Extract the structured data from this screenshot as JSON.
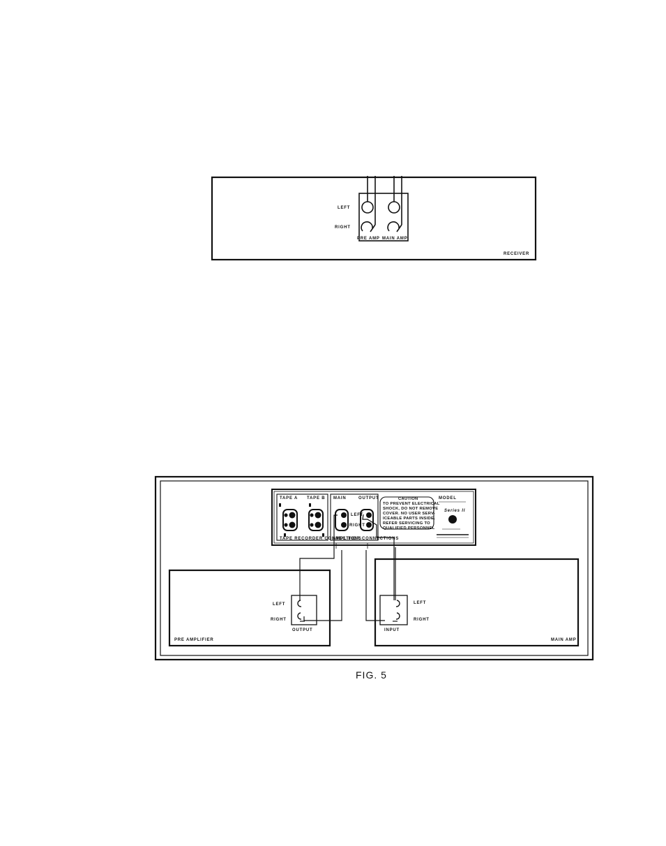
{
  "receiver": {
    "left_label": "LEFT",
    "right_label": "RIGHT",
    "preamp_label": "PRE AMP",
    "mainamp_label": "MAIN AMP",
    "unit_label": "RECEIVER"
  },
  "rear_panel": {
    "section_labels": [
      "TAPE A",
      "TAPE B",
      "MAIN",
      "OUTPUT"
    ],
    "tape_connections_label": "TAPE RECORDER CONNECTIONS",
    "amp_connections_label": "AMPLIFIER CONNECTIONS",
    "left_label": "LEFT",
    "right_label": "RIGHT",
    "caution_title": "CAUTION",
    "caution_lines": [
      "TO PREVENT ELECTRICAL",
      "SHOCK, DO NOT REMOVE",
      "COVER. NO USER SERV-",
      "ICEABLE PARTS INSIDE.",
      "REFER SERVICING TO",
      "QUALIFIED PERSONNEL"
    ],
    "series_label": "Series II",
    "brand_label": "MODEL"
  },
  "preamplifier": {
    "left_label": "LEFT",
    "right_label": "RIGHT",
    "jack_label": "OUTPUT",
    "unit_label": "PRE AMPLIFIER"
  },
  "main_amp": {
    "left_label": "LEFT",
    "right_label": "RIGHT",
    "jack_label": "INPUT",
    "unit_label": "MAIN AMP"
  },
  "figure_caption": "FIG. 5"
}
